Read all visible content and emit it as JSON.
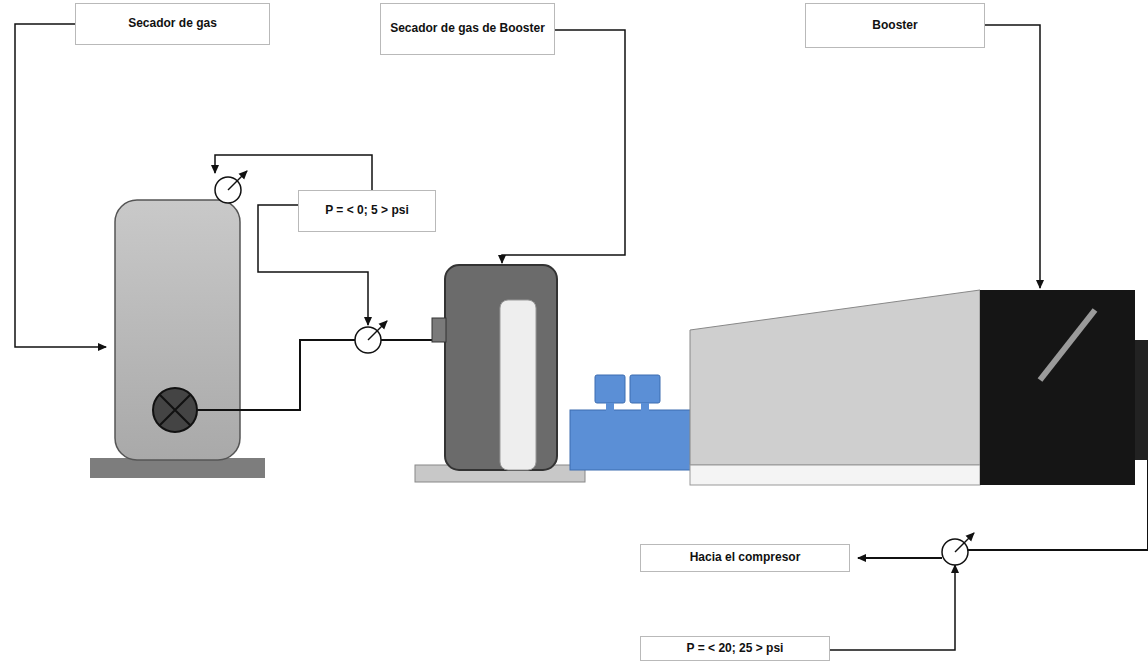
{
  "diagram": {
    "nodes": [
      {
        "text": [
          "Secador de gas"
        ]
      },
      {
        "text": [
          "Secador de gas de Booster"
        ]
      },
      {
        "text": [
          "Booster"
        ]
      },
      {
        "text": [
          "P = < 0; 5 > psi"
        ]
      },
      {
        "text": [
          "Hacia el compresor"
        ]
      },
      {
        "text": [
          "P = < 20; 25 > psi"
        ]
      }
    ]
  }
}
